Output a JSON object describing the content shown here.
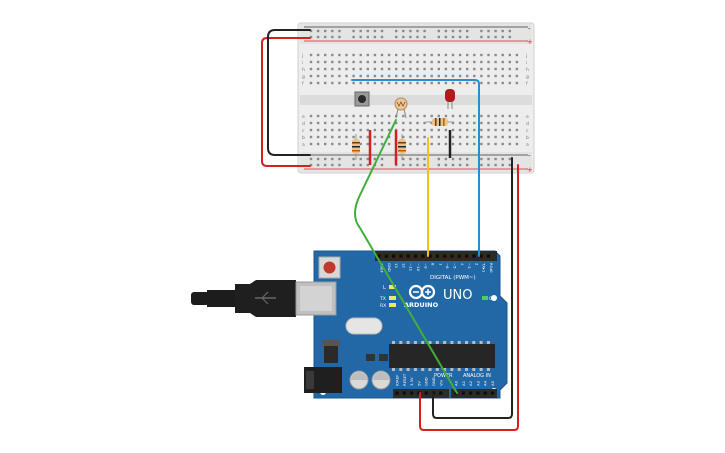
{
  "breadboard": {
    "rail_plus": "+",
    "rail_minus": "-",
    "row_letters_top": [
      "j",
      "i",
      "h",
      "g",
      "f"
    ],
    "row_letters_bottom": [
      "e",
      "d",
      "c",
      "b",
      "a"
    ],
    "column_count": 30
  },
  "arduino": {
    "brand": "ARDUINO",
    "model": "UNO",
    "digital_label": "DIGITAL (PWM~)",
    "analog_label": "ANALOG IN",
    "power_label": "POWER",
    "on_label": "ON",
    "l_label": "L",
    "tx_label": "TX",
    "rx_label": "RX",
    "top_pins": [
      "AREF",
      "GND",
      "13",
      "12",
      "~11",
      "~10",
      "~9",
      "8",
      "7",
      "~6",
      "~5",
      "4",
      "~3",
      "2",
      "TX▸1",
      "RX◂0"
    ],
    "power_pins": [
      "IOREF",
      "RESET",
      "3.3V",
      "5V",
      "GND",
      "GND",
      "Vin"
    ],
    "analog_pins": [
      "A0",
      "A1",
      "A2",
      "A3",
      "A4",
      "A5"
    ]
  },
  "colors": {
    "board": "#2368a6",
    "board_dark": "#1a5590",
    "breadboard": "#e9e9e9",
    "rail_red": "#d22424",
    "wire_red": "#d42020",
    "wire_black": "#222222",
    "wire_blue": "#2b8ccf",
    "wire_yellow": "#f2c21a",
    "wire_green": "#3fae3a",
    "led": "#b31b1b"
  }
}
